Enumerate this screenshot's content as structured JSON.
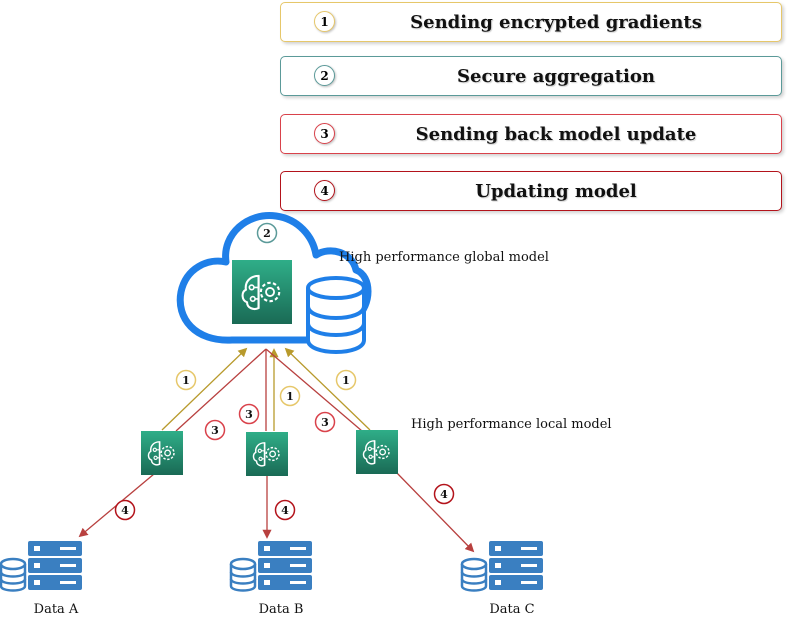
{
  "legend": [
    {
      "num": "1",
      "text": "Sending encrypted gradients",
      "color": "#e6c76a"
    },
    {
      "num": "2",
      "text": "Secure aggregation",
      "color": "#5b9a99"
    },
    {
      "num": "3",
      "text": "Sending back model update",
      "color": "#d9424b"
    },
    {
      "num": "4",
      "text": "Updating model",
      "color": "#b3131b"
    }
  ],
  "global": {
    "label": "High performance global model",
    "step": "2"
  },
  "local": {
    "label": "High performance local model"
  },
  "steps": {
    "up": "1",
    "down": "3",
    "update": "4"
  },
  "data_nodes": [
    {
      "label": "Data A"
    },
    {
      "label": "Data B"
    },
    {
      "label": "Data C"
    }
  ],
  "colors": {
    "cloud": "#1f7fe8",
    "db": "#1f7fe8",
    "model_top": "#2e9e7d",
    "model_bottom": "#1c6e58",
    "upload_arrow": "#b89a2c",
    "download_arrow": "#b8403f",
    "server": "#3a7fc1"
  },
  "icons": {
    "model": "brain-gear-icon",
    "database": "database-icon",
    "server": "server-rack-icon"
  }
}
